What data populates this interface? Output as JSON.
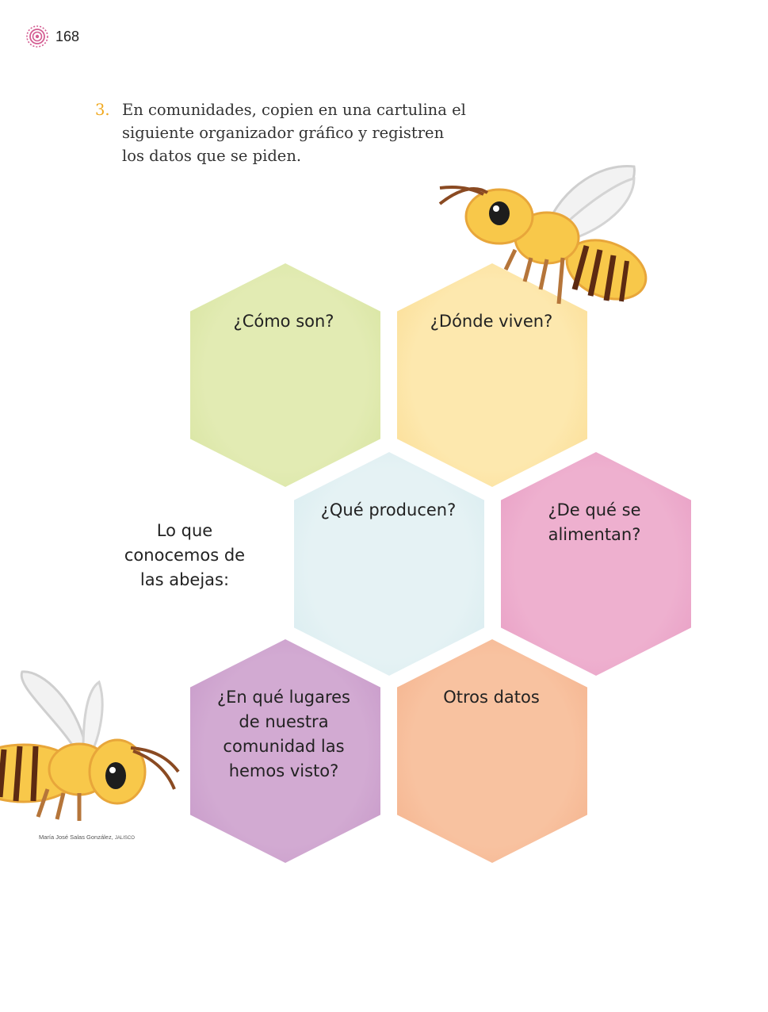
{
  "page": {
    "number": "168"
  },
  "instruction": {
    "number": "3.",
    "text": "En comunidades, copien en una cartulina el siguiente organizador gráfico y registren los datos que se piden."
  },
  "organizer": {
    "center_label": "Lo que conocemos de las abejas:",
    "hexagons": [
      {
        "label": "¿Cómo son?",
        "color": "#e2ebb3"
      },
      {
        "label": "¿Dónde viven?",
        "color": "#fce5a7"
      },
      {
        "label": "¿Qué producen?",
        "color": "#e3f1f3"
      },
      {
        "label": "¿De qué se alimentan?",
        "color": "#edaccd"
      },
      {
        "label": "¿En qué lugares de nuestra comunidad las hemos visto?",
        "color": "#d0a8d0"
      },
      {
        "label": "Otros datos",
        "color": "#f7bf9c"
      }
    ]
  },
  "illustrations": {
    "icons": [
      "target-icon",
      "bee-top-right",
      "bee-bottom-left"
    ],
    "credit": "María José Salas González,",
    "credit_state": "JALISCO"
  },
  "colors": {
    "accent": "#f0a81e",
    "page_icon": "#d45d92",
    "bee_yellow": "#f8c84a",
    "bee_stripe": "#5c2a12"
  }
}
